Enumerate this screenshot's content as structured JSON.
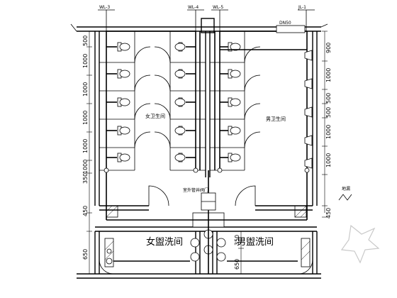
{
  "pipe_tags": {
    "wl3_left": "WL-3",
    "wl4": "WL-4",
    "wl5": "WL-5",
    "jl1": "JL-1"
  },
  "pipe_size": "DN50",
  "dims_left": [
    "500",
    "1000",
    "1000",
    "1000",
    "1000",
    "1000",
    "350",
    "450",
    "650"
  ],
  "dims_left_small": "350",
  "dims_right": [
    "900",
    "1000",
    "500",
    "500",
    "1000",
    "1000",
    "450"
  ],
  "dims_right_small": "500",
  "dims_center": [
    "350",
    "650"
  ],
  "rooms": {
    "women_toilet": "女卫生间",
    "men_toilet": "男卫生间",
    "women_wash": "女盥洗间",
    "men_wash": "男盥洗间"
  },
  "annotations": {
    "floor_drain": "地漏",
    "center_note": "室外管井阀门",
    "dn50_right": "DN50"
  }
}
